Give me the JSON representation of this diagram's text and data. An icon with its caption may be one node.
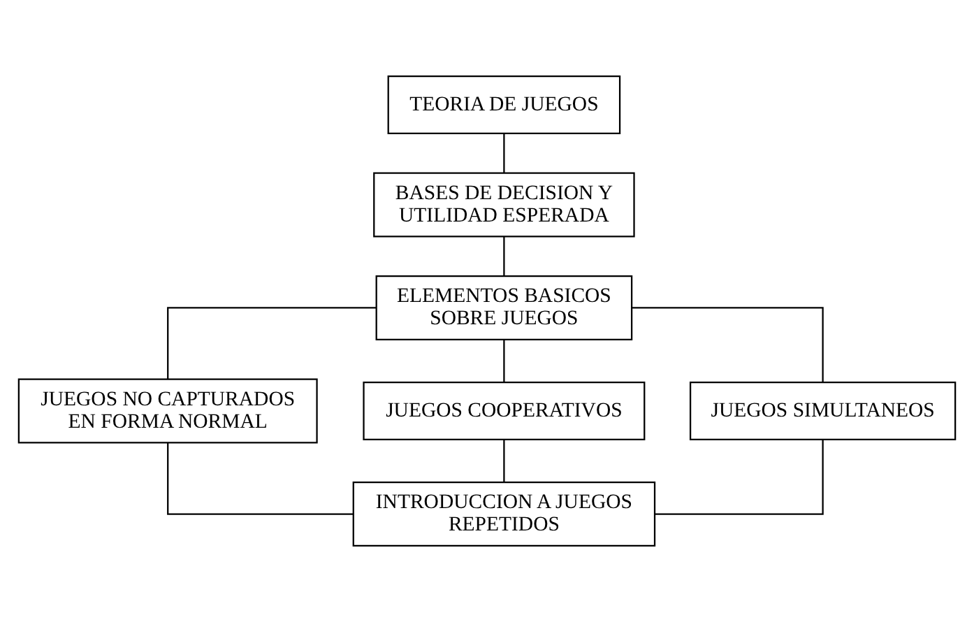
{
  "diagram": {
    "nodes": [
      {
        "text": [
          "TEORIA DE JUEGOS"
        ]
      },
      {
        "text": [
          "BASES DE DECISION Y UTILIDAD ESPERADA"
        ]
      },
      {
        "text": [
          "ELEMENTOS BASICOS SOBRE JUEGOS"
        ]
      },
      {
        "text": [
          "JUEGOS NO CAPTURADOS EN FORMA NORMAL"
        ]
      },
      {
        "text": [
          "JUEGOS COOPERATIVOS"
        ]
      },
      {
        "text": [
          "JUEGOS SIMULTANEOS"
        ]
      },
      {
        "text": [
          "INTRODUCCION A JUEGOS REPETIDOS"
        ]
      }
    ],
    "edges": [
      {
        "from": 0,
        "to": 1,
        "arrow": "none"
      },
      {
        "from": 1,
        "to": 2,
        "arrow": "none"
      },
      {
        "from": 2,
        "to": 3,
        "arrow": "none"
      },
      {
        "from": 2,
        "to": 4,
        "arrow": "none"
      },
      {
        "from": 2,
        "to": 5,
        "arrow": "none"
      },
      {
        "from": 3,
        "to": 6,
        "arrow": "none"
      },
      {
        "from": 4,
        "to": 6,
        "arrow": "none"
      },
      {
        "from": 5,
        "to": 6,
        "arrow": "none"
      }
    ]
  }
}
